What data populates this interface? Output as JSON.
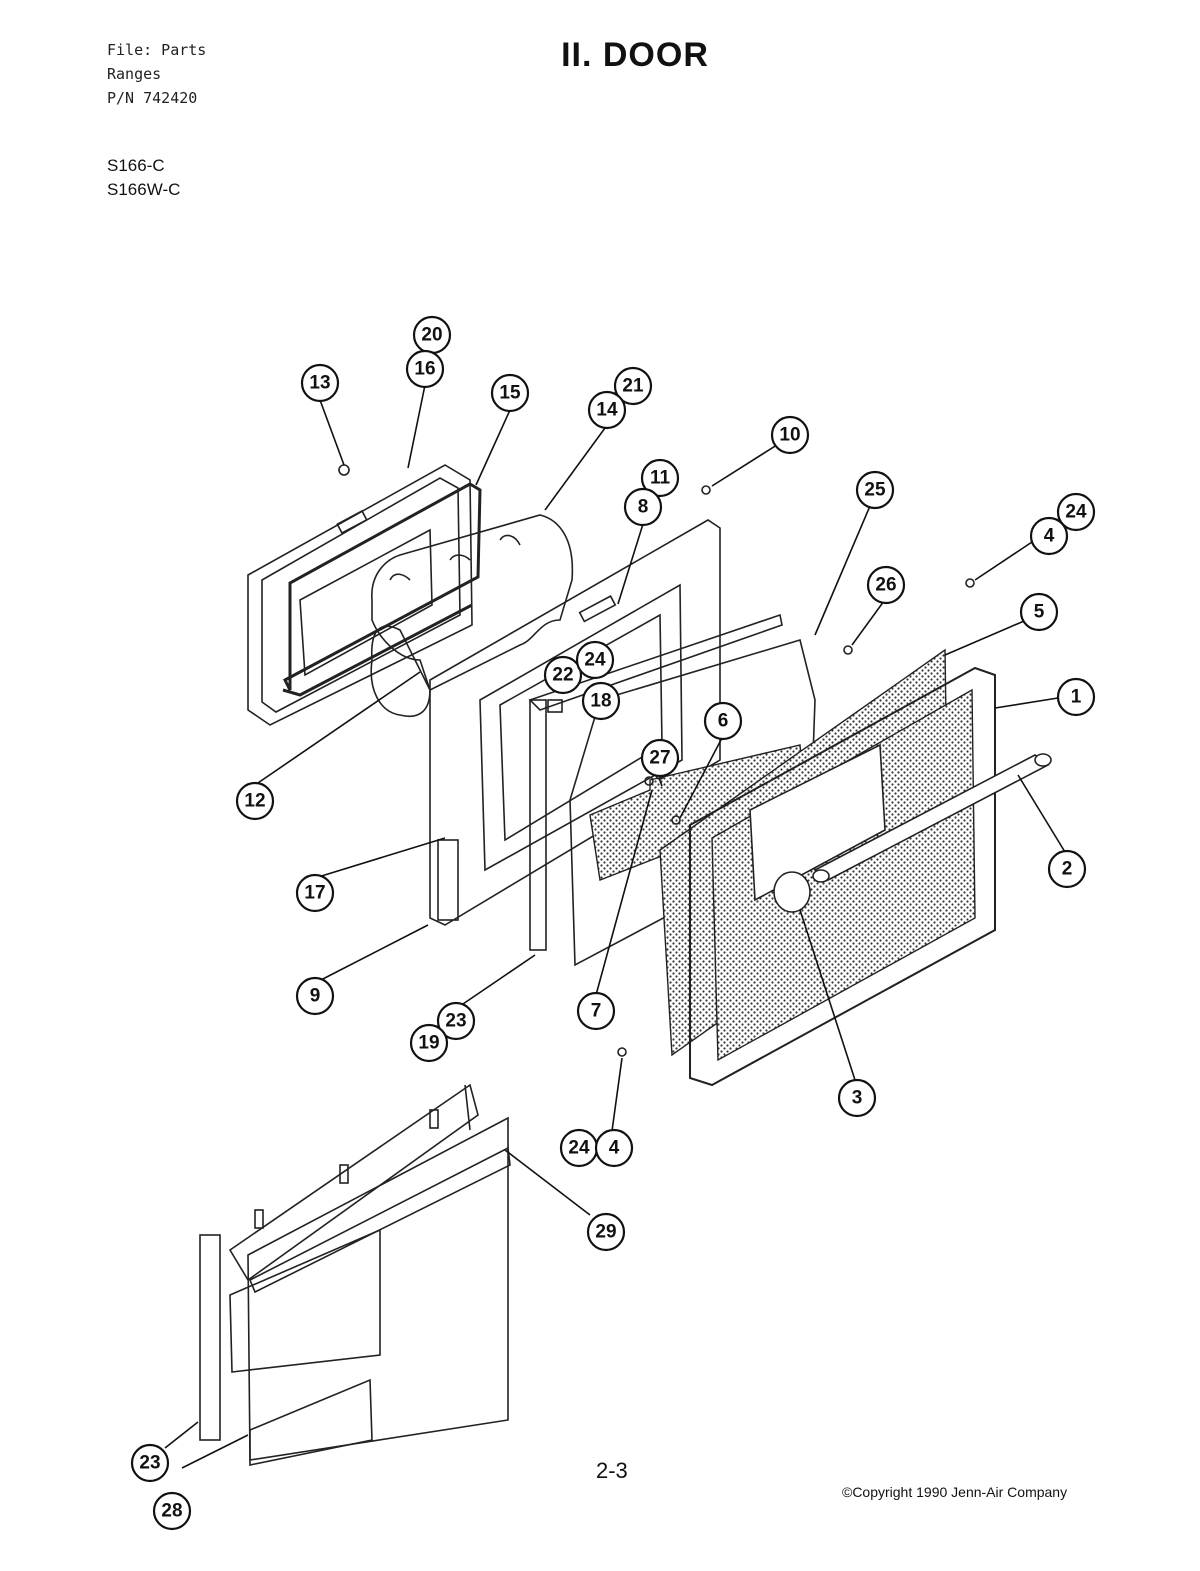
{
  "header": {
    "file_lines": [
      "File: Parts",
      "Ranges",
      "P/N 742420"
    ],
    "title": "II. DOOR",
    "models": [
      "S166-C",
      "S166W-C"
    ]
  },
  "footer": {
    "page_number": "2-3",
    "copyright": "©Copyright 1990 Jenn-Air Company"
  },
  "callouts": [
    {
      "id": "c20",
      "label": "20"
    },
    {
      "id": "c16",
      "label": "16"
    },
    {
      "id": "c13",
      "label": "13"
    },
    {
      "id": "c15",
      "label": "15"
    },
    {
      "id": "c21",
      "label": "21"
    },
    {
      "id": "c14",
      "label": "14"
    },
    {
      "id": "c10",
      "label": "10"
    },
    {
      "id": "c11",
      "label": "11"
    },
    {
      "id": "c8",
      "label": "8"
    },
    {
      "id": "c25",
      "label": "25"
    },
    {
      "id": "c24a",
      "label": "24"
    },
    {
      "id": "c4a",
      "label": "4"
    },
    {
      "id": "c26",
      "label": "26"
    },
    {
      "id": "c5",
      "label": "5"
    },
    {
      "id": "c22",
      "label": "22"
    },
    {
      "id": "c24b",
      "label": "24"
    },
    {
      "id": "c18",
      "label": "18"
    },
    {
      "id": "c6",
      "label": "6"
    },
    {
      "id": "c1",
      "label": "1"
    },
    {
      "id": "c27",
      "label": "27"
    },
    {
      "id": "c12",
      "label": "12"
    },
    {
      "id": "c2",
      "label": "2"
    },
    {
      "id": "c17",
      "label": "17"
    },
    {
      "id": "c9",
      "label": "9"
    },
    {
      "id": "c7",
      "label": "7"
    },
    {
      "id": "c23a",
      "label": "23"
    },
    {
      "id": "c19",
      "label": "19"
    },
    {
      "id": "c3",
      "label": "3"
    },
    {
      "id": "c24c",
      "label": "24"
    },
    {
      "id": "c4b",
      "label": "4"
    },
    {
      "id": "c29",
      "label": "29"
    },
    {
      "id": "c23b",
      "label": "23"
    },
    {
      "id": "c28",
      "label": "28"
    }
  ]
}
